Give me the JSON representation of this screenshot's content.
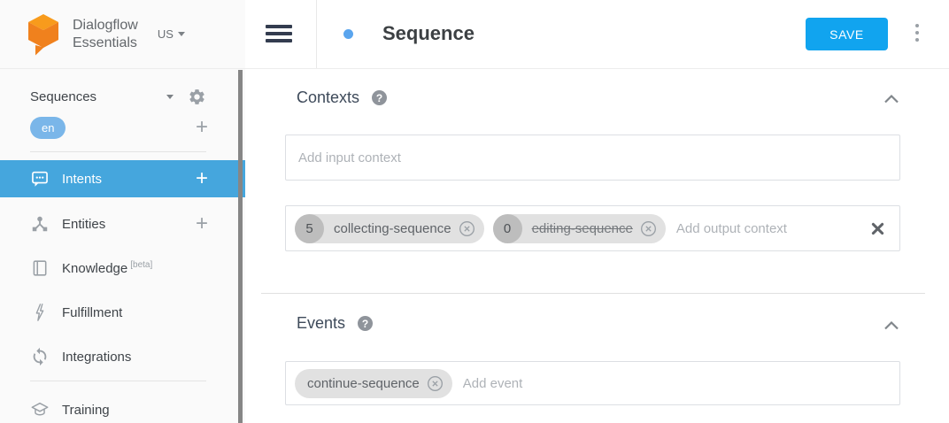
{
  "colors": {
    "accent-blue": "#45a6dd",
    "save-blue": "#11a4ef",
    "lang-blue": "#7ab6e9",
    "brand-orange": "#f0811d"
  },
  "brand": {
    "line1": "Dialogflow",
    "line2": "Essentials",
    "region": "US"
  },
  "sidebar": {
    "agent_name": "Sequences",
    "language": "en",
    "add_symbol": "+",
    "items": [
      {
        "label": "Intents"
      },
      {
        "label": "Entities"
      },
      {
        "label": "Knowledge",
        "badge": "[beta]"
      },
      {
        "label": "Fulfillment"
      },
      {
        "label": "Integrations"
      },
      {
        "label": "Training"
      }
    ]
  },
  "topbar": {
    "title": "Sequence",
    "save_label": "SAVE"
  },
  "contexts": {
    "title": "Contexts",
    "help_symbol": "?",
    "input_placeholder": "Add input context",
    "output_placeholder": "Add output context",
    "output_chips": [
      {
        "lifespan": "5",
        "name": "collecting-sequence",
        "strikethrough": false
      },
      {
        "lifespan": "0",
        "name": "editing-sequence",
        "strikethrough": true
      }
    ]
  },
  "events": {
    "title": "Events",
    "help_symbol": "?",
    "placeholder": "Add event",
    "chips": [
      {
        "name": "continue-sequence"
      }
    ]
  }
}
